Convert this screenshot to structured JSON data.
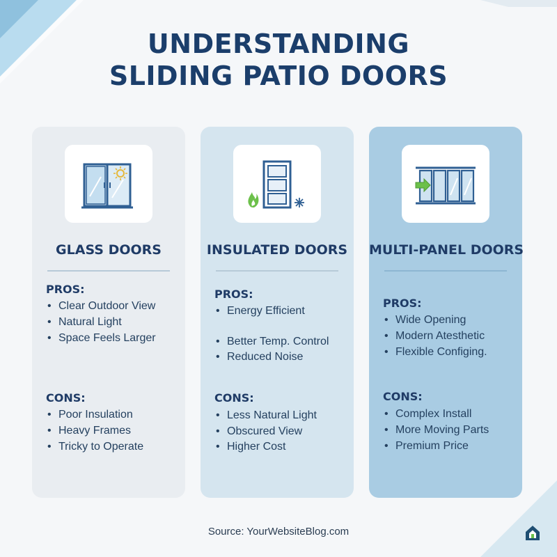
{
  "title_lines": [
    "UNDERSTANDING",
    "SLIDING PATIO DOORS"
  ],
  "cards": [
    {
      "title": "GLASS DOORS",
      "icon": "sliding-glass-door-sun-icon",
      "pros_label": "PROS:",
      "pros": [
        "Clear Outdoor View",
        "Natural Light",
        "Space Feels Larger"
      ],
      "cons_label": "CONS:",
      "cons": [
        "Poor Insulation",
        "Heavy Frames",
        "Tricky to Operate"
      ]
    },
    {
      "title": "INSULATED DOORS",
      "icon": "insulated-door-flame-snowflake-icon",
      "pros_label": "PROS:",
      "pros": [
        "Energy Efficient",
        "Better Temp. Control",
        "Reduced Noise"
      ],
      "cons_label": "CONS:",
      "cons": [
        "Less Natural Light",
        "Obscured View",
        "Higher Cost"
      ]
    },
    {
      "title": "MULTI-PANEL DOORS",
      "icon": "multi-panel-door-arrow-icon",
      "pros_label": "PROS:",
      "pros": [
        "Wide Opening",
        "Modern Atesthetic",
        "Flexible Configing."
      ],
      "cons_label": "CONS:",
      "cons": [
        "Complex Install",
        "More Moving Parts",
        "Premium Price"
      ]
    }
  ],
  "source": "Source: YourWebsiteBlog.com",
  "logo_icon": "house-logo-icon",
  "colors": {
    "title": "#1b3e6b",
    "card1_bg": "#e9edf1",
    "card2_bg": "#d5e5ef",
    "card3_bg": "#a9cce3",
    "accent_green": "#6cc04a",
    "deco_blue": "#8fc1de"
  }
}
